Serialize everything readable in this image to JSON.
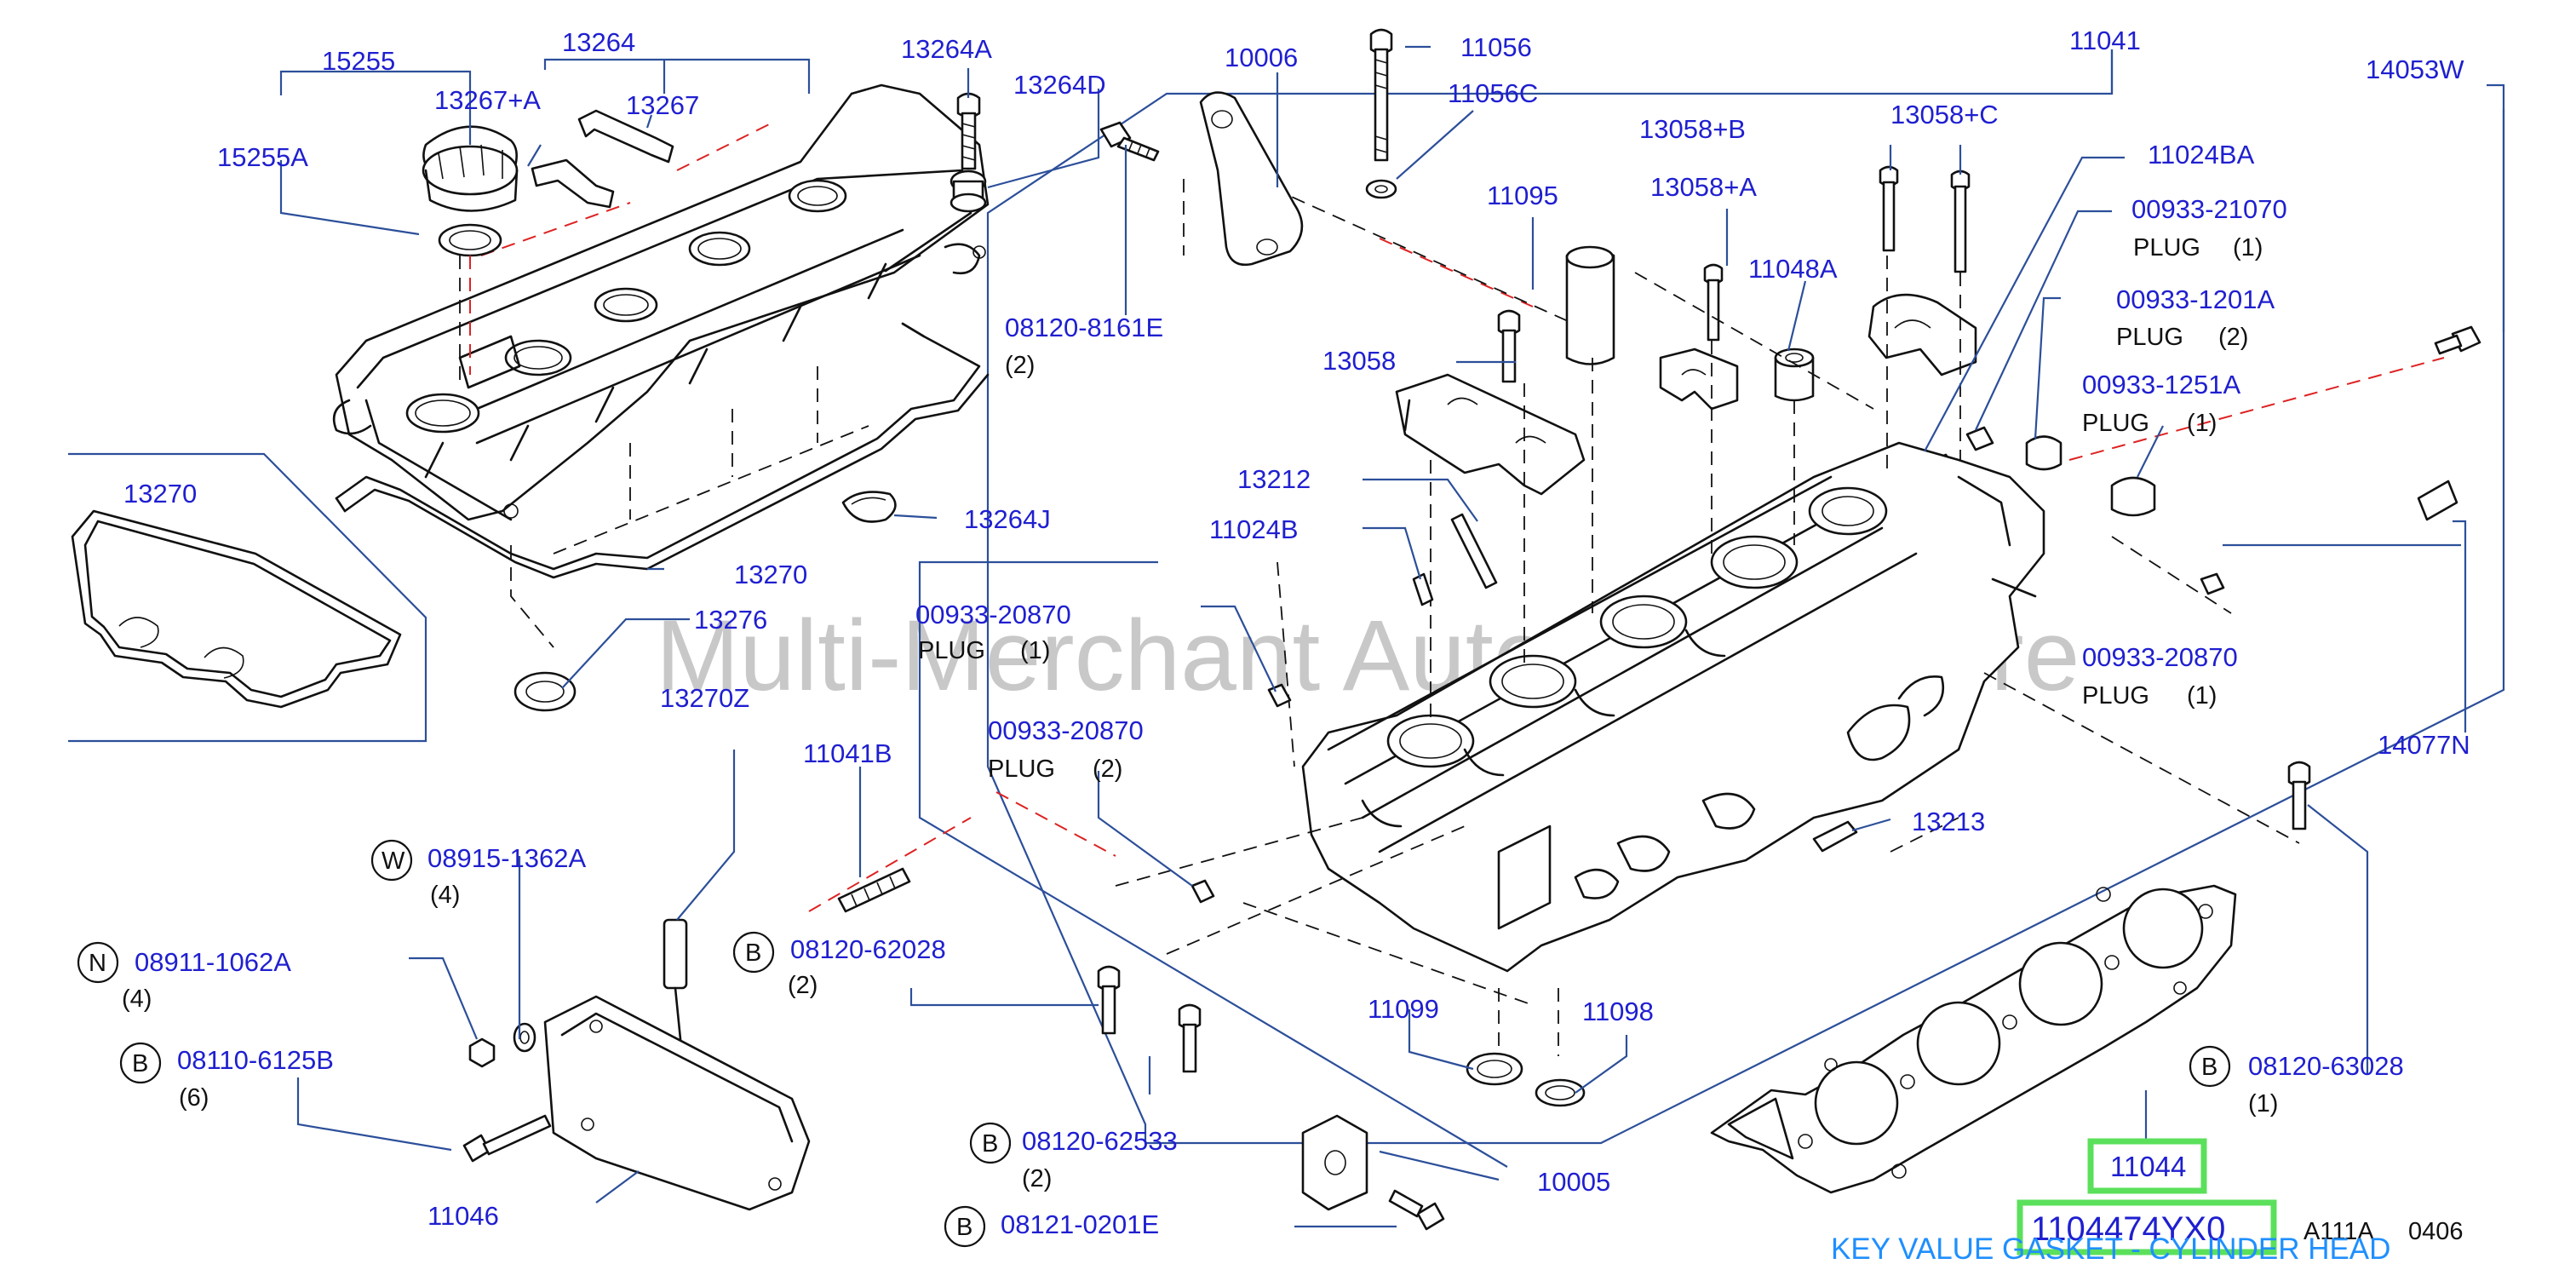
{
  "watermark": "Multi-Merchant Auto Parts Store",
  "labels": {
    "p15255": "15255",
    "p15255a": "15255A",
    "p13264": "13264",
    "p13267a": "13267+A",
    "p13267": "13267",
    "p13264a": "13264A",
    "p13264d": "13264D",
    "p10006": "10006",
    "p11056": "11056",
    "p11056c": "11056C",
    "p11041": "11041",
    "p14053w": "14053W",
    "p13058b": "13058+B",
    "p13058c": "13058+C",
    "p13058a": "13058+A",
    "p11024ba": "11024BA",
    "p11095": "11095",
    "p00933_21070": "00933-21070",
    "p00933_1201a": "00933-1201A",
    "p11048a": "11048A",
    "p08120_8161e": "08120-8161E",
    "p00933_1251a": "00933-1251A",
    "p13058": "13058",
    "p13270_inset": "13270",
    "p13264j": "13264J",
    "p13212": "13212",
    "p11024b": "11024B",
    "p13270": "13270",
    "p13276": "13276",
    "p00933_20870_a": "00933-20870",
    "p00933_20870_b": "00933-20870",
    "p00933_20870_c": "00933-20870",
    "p13270z": "13270Z",
    "p11041b": "11041B",
    "p14077n": "14077N",
    "p13213": "13213",
    "p08915_1362a": "08915-1362A",
    "p08911_1062a": "08911-1062A",
    "p08120_62028": "08120-62028",
    "p08110_6125b": "08110-6125B",
    "p11099": "11099",
    "p11098": "11098",
    "p08120_63028": "08120-63028",
    "p11046": "11046",
    "p08120_62533": "08120-62533",
    "p10005": "10005",
    "p08121_0201e": "08121-0201E"
  },
  "plain": {
    "plug": "PLUG",
    "qty_1": "(1)",
    "qty_2": "(2)",
    "qty_4": "(4)",
    "qty_6": "(6)"
  },
  "marks": {
    "b": "B",
    "w": "W",
    "n": "N"
  },
  "highlight": {
    "part_number": "11044",
    "full_part_number": "1104474YX0",
    "key_value": "KEY VALUE GASKET - CYLINDER HEAD",
    "code": "A111A",
    "code2": "0406",
    "box_color": "#5be05b"
  },
  "colors": {
    "callout": "#1f1fd0",
    "leader": "#2c4f9a",
    "hidden_line_red": "#dd2222",
    "key_value_text": "#1f8fff"
  }
}
